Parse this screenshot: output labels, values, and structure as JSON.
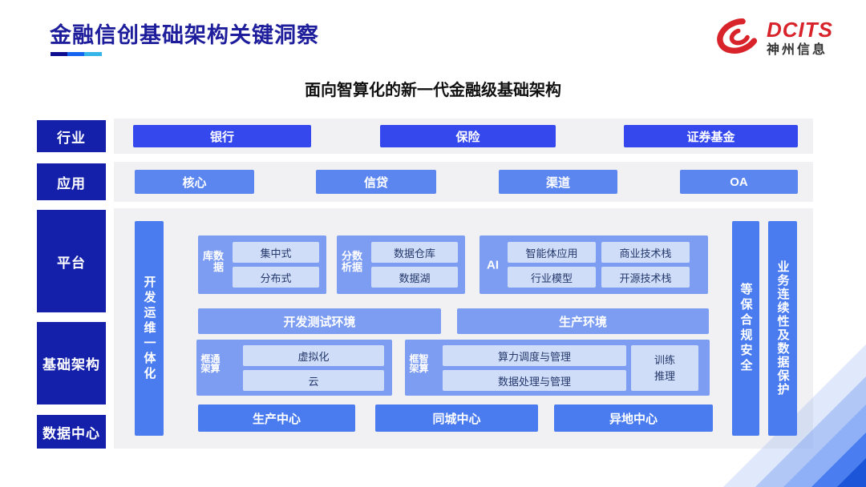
{
  "header": {
    "title": "金融信创基础架构关键洞察",
    "logo": {
      "brand": "DCITS",
      "company": "神州信息"
    }
  },
  "subtitle": "面向智算化的新一代金融级基础架构",
  "layers": {
    "industry": {
      "label": "行业",
      "items": [
        "银行",
        "保险",
        "证券基金"
      ]
    },
    "application": {
      "label": "应用",
      "items": [
        "核心",
        "信贷",
        "渠道",
        "OA"
      ]
    },
    "platform": {
      "label": "平台"
    },
    "infrastructure": {
      "label": "基础架构"
    },
    "datacenter": {
      "label": "数据中心"
    }
  },
  "platform": {
    "devops_bar": "开发运维一体化",
    "security_bar": "等保合规安全",
    "continuity_bar": "业务连续性及数据保护",
    "groups": {
      "database": {
        "label": "数据库",
        "items": [
          "集中式",
          "分布式"
        ]
      },
      "analytics": {
        "label": "数据分析",
        "items": [
          "数据仓库",
          "数据湖"
        ]
      },
      "ai": {
        "label": "AI",
        "items": [
          "智能体应用",
          "商业技术栈",
          "行业模型",
          "开源技术栈"
        ]
      },
      "general_compute": {
        "label": "通算框架",
        "items": [
          "虚拟化",
          "云"
        ]
      },
      "intelligent_compute": {
        "label": "智算框架",
        "items": [
          "算力调度与管理",
          "数据处理与管理",
          "训练推理"
        ]
      }
    },
    "environments": [
      "开发测试环境",
      "生产环境"
    ],
    "centers": [
      "生产中心",
      "同城中心",
      "异地中心"
    ]
  },
  "colors": {
    "title_navy": "#1e1e9c",
    "label_navy": "#1420aa",
    "industry_button": "#3448ee",
    "application_button": "#5b86f0",
    "bar_blue": "#4a7cf0",
    "group_blue": "#7d9df3",
    "chip_light": "#cfddf9",
    "panel_gray": "#f1f1f3",
    "logo_red": "#d8232a",
    "underline_segments": [
      "#0e0e90",
      "#1565f0",
      "#35b5e8"
    ]
  }
}
